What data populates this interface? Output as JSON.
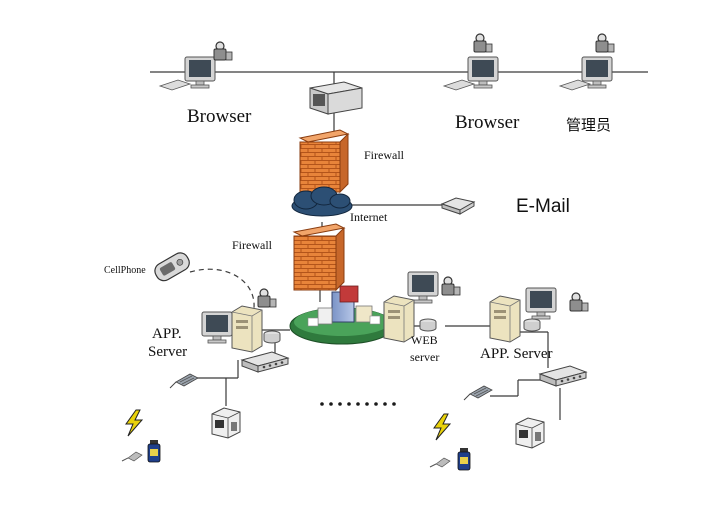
{
  "labels": {
    "browser_left": "Browser",
    "browser_right": "Browser",
    "admin": "管理员",
    "firewall_top": "Firewall",
    "internet": "Internet",
    "email": "E-Mail",
    "firewall_bottom": "Firewall",
    "cellphone": "CellPhone",
    "app_server_left_line1": "APP.",
    "app_server_left_line2": "Server",
    "web_server_line1": "WEB",
    "web_server_line2": "server",
    "app_server_right": "APP. Server"
  },
  "colors": {
    "line": "#3a3a3a",
    "firewall_brick": "#e8843a",
    "firewall_mortar": "#b3541a",
    "cloud": "#2c4f74",
    "campus_grass": "#3b8f4a",
    "monitor_body": "#d4d4d4",
    "server_body": "#ece3bf",
    "lightning": "#e9d20a",
    "bottle": "#1f3f8a",
    "dots": "#1a1a1a"
  }
}
